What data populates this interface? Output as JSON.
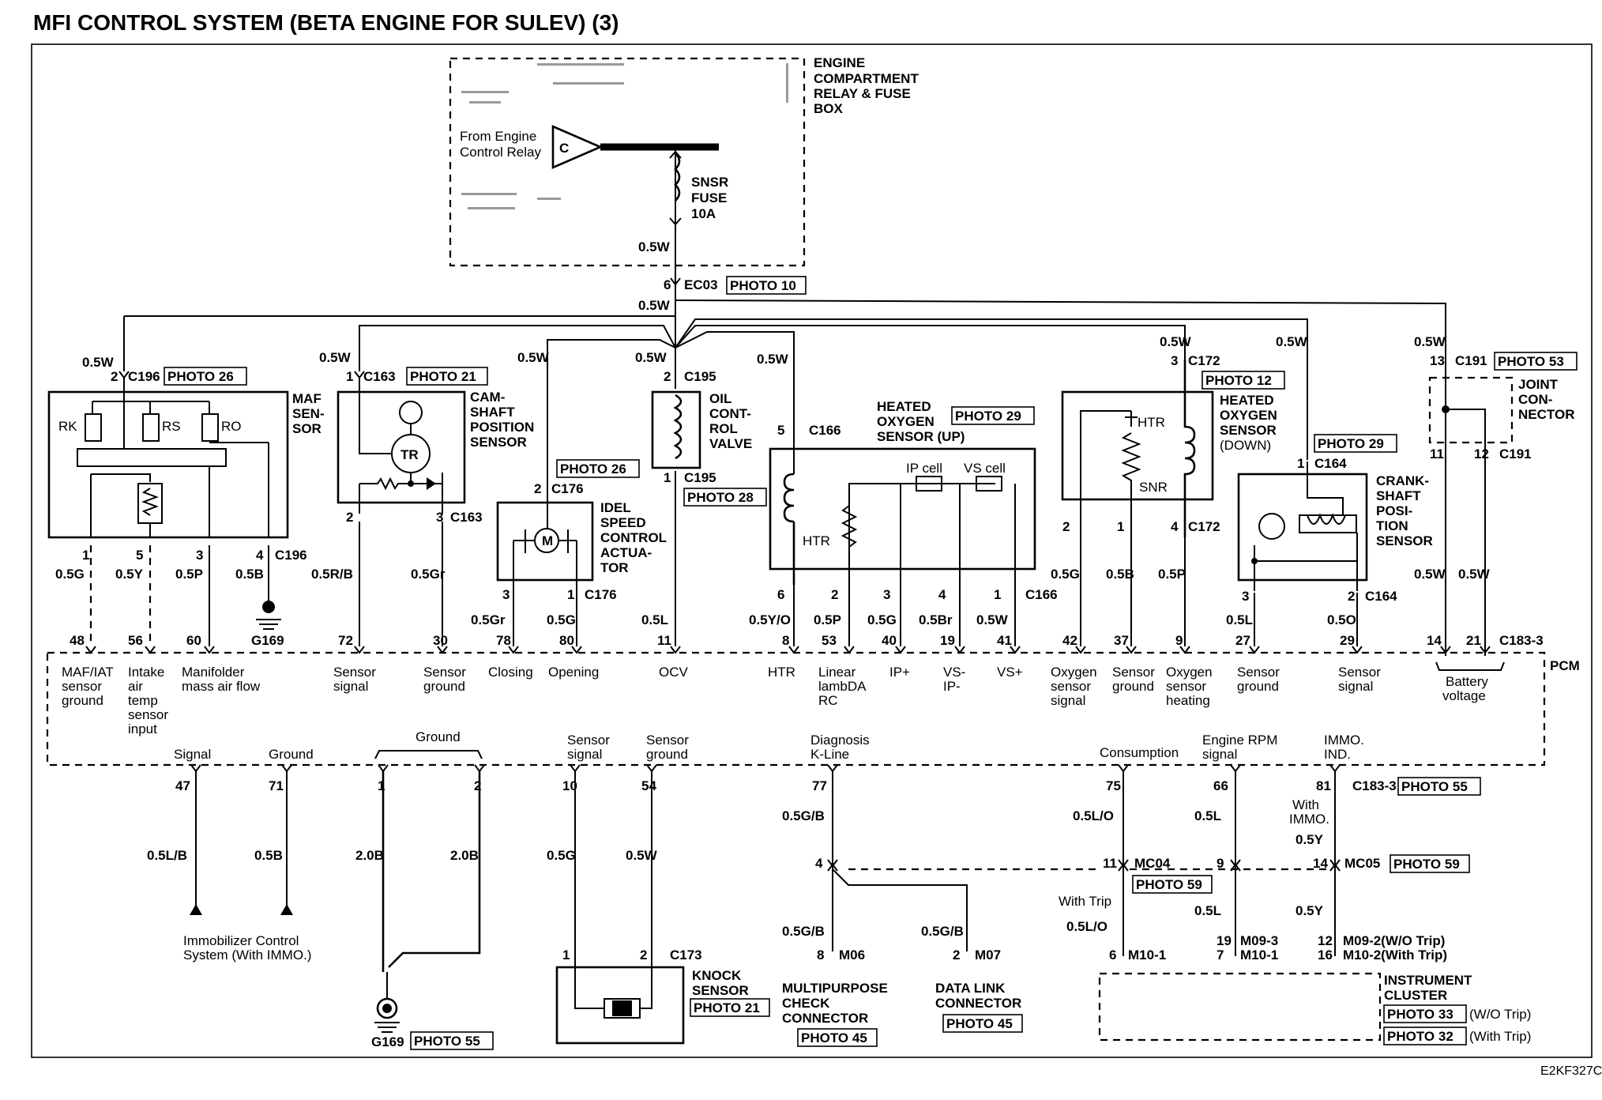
{
  "title": "MFI CONTROL SYSTEM (BETA ENGINE FOR SULEV) (3)",
  "code": "E2KF327C",
  "relay_box": {
    "label": [
      "ENGINE",
      "COMPARTMENT",
      "RELAY & FUSE",
      "BOX"
    ],
    "from": [
      "From Engine",
      "Control Relay"
    ],
    "conn": "C",
    "fuse": [
      "SNSR",
      "FUSE",
      "10A"
    ],
    "wire": "0.5W"
  },
  "ec03": {
    "pin": "6",
    "name": "EC03",
    "photo": "PHOTO 10",
    "wire": "0.5W"
  },
  "maf": {
    "label": [
      "MAF",
      "SEN-",
      "SOR"
    ],
    "pin_top": "2",
    "conn": "C196",
    "photo": "PHOTO 26",
    "wire_top": "0.5W",
    "res": [
      "RK",
      "RS",
      "RO"
    ],
    "pins": [
      "1",
      "5",
      "3",
      "4"
    ],
    "conn_b": "C196",
    "wires": [
      "0.5G",
      "0.5Y",
      "0.5P",
      "0.5B"
    ],
    "ground": "G169"
  },
  "cam": {
    "label": [
      "CAM-",
      "SHAFT",
      "POSITION",
      "SENSOR"
    ],
    "pin_top": "1",
    "conn": "C163",
    "photo": "PHOTO 21",
    "wire_top": "0.5W",
    "tr": "TR",
    "pins": [
      "2",
      "3"
    ],
    "conn_b": "C163",
    "wires": [
      "0.5R/B",
      "0.5Gr"
    ]
  },
  "idle": {
    "label": [
      "IDEL",
      "SPEED",
      "CONTROL",
      "ACTUA-",
      "TOR"
    ],
    "pin_top": "2",
    "conn": "C176",
    "photo": "PHOTO 26",
    "wire_top": "0.5W",
    "m": "M",
    "pins": [
      "3",
      "1"
    ],
    "conn_b": "C176",
    "wires": [
      "0.5Gr",
      "0.5G"
    ]
  },
  "ocv": {
    "label": [
      "OIL",
      "CONT-",
      "ROL",
      "VALVE"
    ],
    "pin_top": "2",
    "conn": "C195",
    "pin_b": "1",
    "conn_b": "C195",
    "photo": "PHOTO 28",
    "wire_top": "0.5W",
    "wire": "0.5L"
  },
  "o2up": {
    "label": [
      "HEATED",
      "OXYGEN",
      "SENSOR (UP)"
    ],
    "photo": "PHOTO 29",
    "pin_top": "5",
    "conn": "C166",
    "wire_top": "0.5W",
    "htr": "HTR",
    "ip": "IP cell",
    "vs": "VS cell",
    "pins": [
      "6",
      "2",
      "3",
      "4",
      "1"
    ],
    "conn_b": "C166",
    "wires": [
      "0.5Y/O",
      "0.5P",
      "0.5G",
      "0.5Br",
      "0.5W"
    ]
  },
  "o2down": {
    "label": [
      "HEATED",
      "OXYGEN",
      "SENSOR",
      "(DOWN)"
    ],
    "pin_top": "3",
    "conn": "C172",
    "photo": "PHOTO 12",
    "wire_top": "0.5W",
    "htr": "HTR",
    "snr": "SNR",
    "pins": [
      "2",
      "1",
      "4"
    ],
    "conn_b": "C172",
    "wires": [
      "0.5G",
      "0.5B",
      "0.5P"
    ]
  },
  "crank": {
    "label": [
      "CRANK-",
      "SHAFT",
      "POSI-",
      "TION",
      "SENSOR"
    ],
    "photo": "PHOTO 29",
    "pin_top": "1",
    "conn": "C164",
    "wire_top": "0.5W",
    "pins": [
      "3",
      "2"
    ],
    "conn_b": "C164",
    "wires": [
      "0.5L",
      "0.5O"
    ]
  },
  "joint": {
    "label": [
      "JOINT",
      "CON-",
      "NECTOR"
    ],
    "pin_top": "13",
    "conn": "C191",
    "photo": "PHOTO 53",
    "wire_top": "0.5W",
    "pins": [
      "11",
      "12"
    ],
    "conn_b": "C191",
    "wires": [
      "0.5W",
      "0.5W"
    ]
  },
  "pcm": {
    "name": "PCM",
    "conn": "C183-3",
    "photo": "PHOTO 55",
    "top_pins": [
      "48",
      "56",
      "60",
      "72",
      "30",
      "78",
      "80",
      "11",
      "8",
      "53",
      "40",
      "19",
      "41",
      "42",
      "37",
      "9",
      "27",
      "29",
      "14",
      "21"
    ],
    "top_labels": [
      [
        "MAF/IAT",
        "sensor",
        "ground"
      ],
      [
        "Intake",
        "air",
        "temp",
        "sensor",
        "input"
      ],
      [
        "Manifolder",
        "mass air flow"
      ],
      [
        "Sensor",
        "signal"
      ],
      [
        "Sensor",
        "ground"
      ],
      [
        "Closing"
      ],
      [
        "Opening"
      ],
      [
        "OCV"
      ],
      [
        "HTR"
      ],
      [
        "Linear",
        "lambDA",
        "RC"
      ],
      [
        "IP+"
      ],
      [
        "VS-",
        "IP-"
      ],
      [
        "VS+"
      ],
      [
        "Oxygen",
        "sensor",
        "signal"
      ],
      [
        "Sensor",
        "ground"
      ],
      [
        "Oxygen",
        "sensor",
        "heating"
      ],
      [
        "Sensor",
        "ground"
      ],
      [
        "Sensor",
        "signal"
      ],
      [
        "Battery",
        "voltage"
      ]
    ],
    "bottom_pins": [
      "47",
      "71",
      "1",
      "2",
      "10",
      "54",
      "77",
      "75",
      "66",
      "81"
    ],
    "bottom_labels": [
      [
        "Signal"
      ],
      [
        "Ground"
      ],
      [
        "Ground"
      ],
      [
        "Sensor",
        "signal"
      ],
      [
        "Sensor",
        "ground"
      ],
      [
        "Diagnosis",
        "K-Line"
      ],
      [
        "Consumption"
      ],
      [
        "Engine RPM",
        "signal"
      ],
      [
        "IMMO.",
        "IND."
      ]
    ]
  },
  "immo": {
    "label": [
      "Immobilizer Control",
      "System (With IMMO.)"
    ],
    "wires": [
      "0.5L/B",
      "0.5B"
    ]
  },
  "ground_b": {
    "wires": [
      "2.0B",
      "2.0B"
    ],
    "name": "G169",
    "photo": "PHOTO 55"
  },
  "knock": {
    "label": [
      "KNOCK",
      "SENSOR"
    ],
    "photo": "PHOTO 21",
    "pins": [
      "1",
      "2"
    ],
    "conn": "C173",
    "wires": [
      "0.5G",
      "0.5W"
    ]
  },
  "diag": {
    "wire1": "0.5G/B",
    "pin": "4",
    "wire2": "0.5G/B",
    "wire3": "0.5G/B",
    "m06_pin": "8",
    "m06": "M06",
    "m07_pin": "2",
    "m07": "M07",
    "check": [
      "MULTIPURPOSE",
      "CHECK",
      "CONNECTOR"
    ],
    "check_photo": "PHOTO 45",
    "dlc": [
      "DATA LINK",
      "CONNECTOR"
    ],
    "dlc_photo": "PHOTO 45"
  },
  "mc04": {
    "pins": [
      "11",
      "9"
    ],
    "name": "MC04",
    "photo": "PHOTO 59"
  },
  "mc05": {
    "pin": "14",
    "name": "MC05",
    "photo": "PHOTO 59"
  },
  "cluster_wires": {
    "w75": "0.5L/O",
    "w66": "0.5L",
    "w81": "0.5Y",
    "with_immo": [
      "With",
      "IMMO."
    ],
    "with_trip": "With Trip",
    "w75b": "0.5L/O",
    "w66b": "0.5L",
    "w81b": "0.5Y"
  },
  "cluster": {
    "label": [
      "INSTRUMENT",
      "CLUSTER"
    ],
    "photo1": "PHOTO 33",
    "note1": "(W/O Trip)",
    "photo2": "PHOTO 32",
    "note2": "(With Trip)",
    "pin_a": "6",
    "conn_a": "M10-1",
    "pins_b": [
      "19",
      "7"
    ],
    "conns_b": [
      "M09-3",
      "M10-1"
    ],
    "pins_c": [
      "12",
      "16"
    ],
    "conns_c": [
      "M09-2(W/O Trip)",
      "M10-2(With Trip)"
    ]
  }
}
